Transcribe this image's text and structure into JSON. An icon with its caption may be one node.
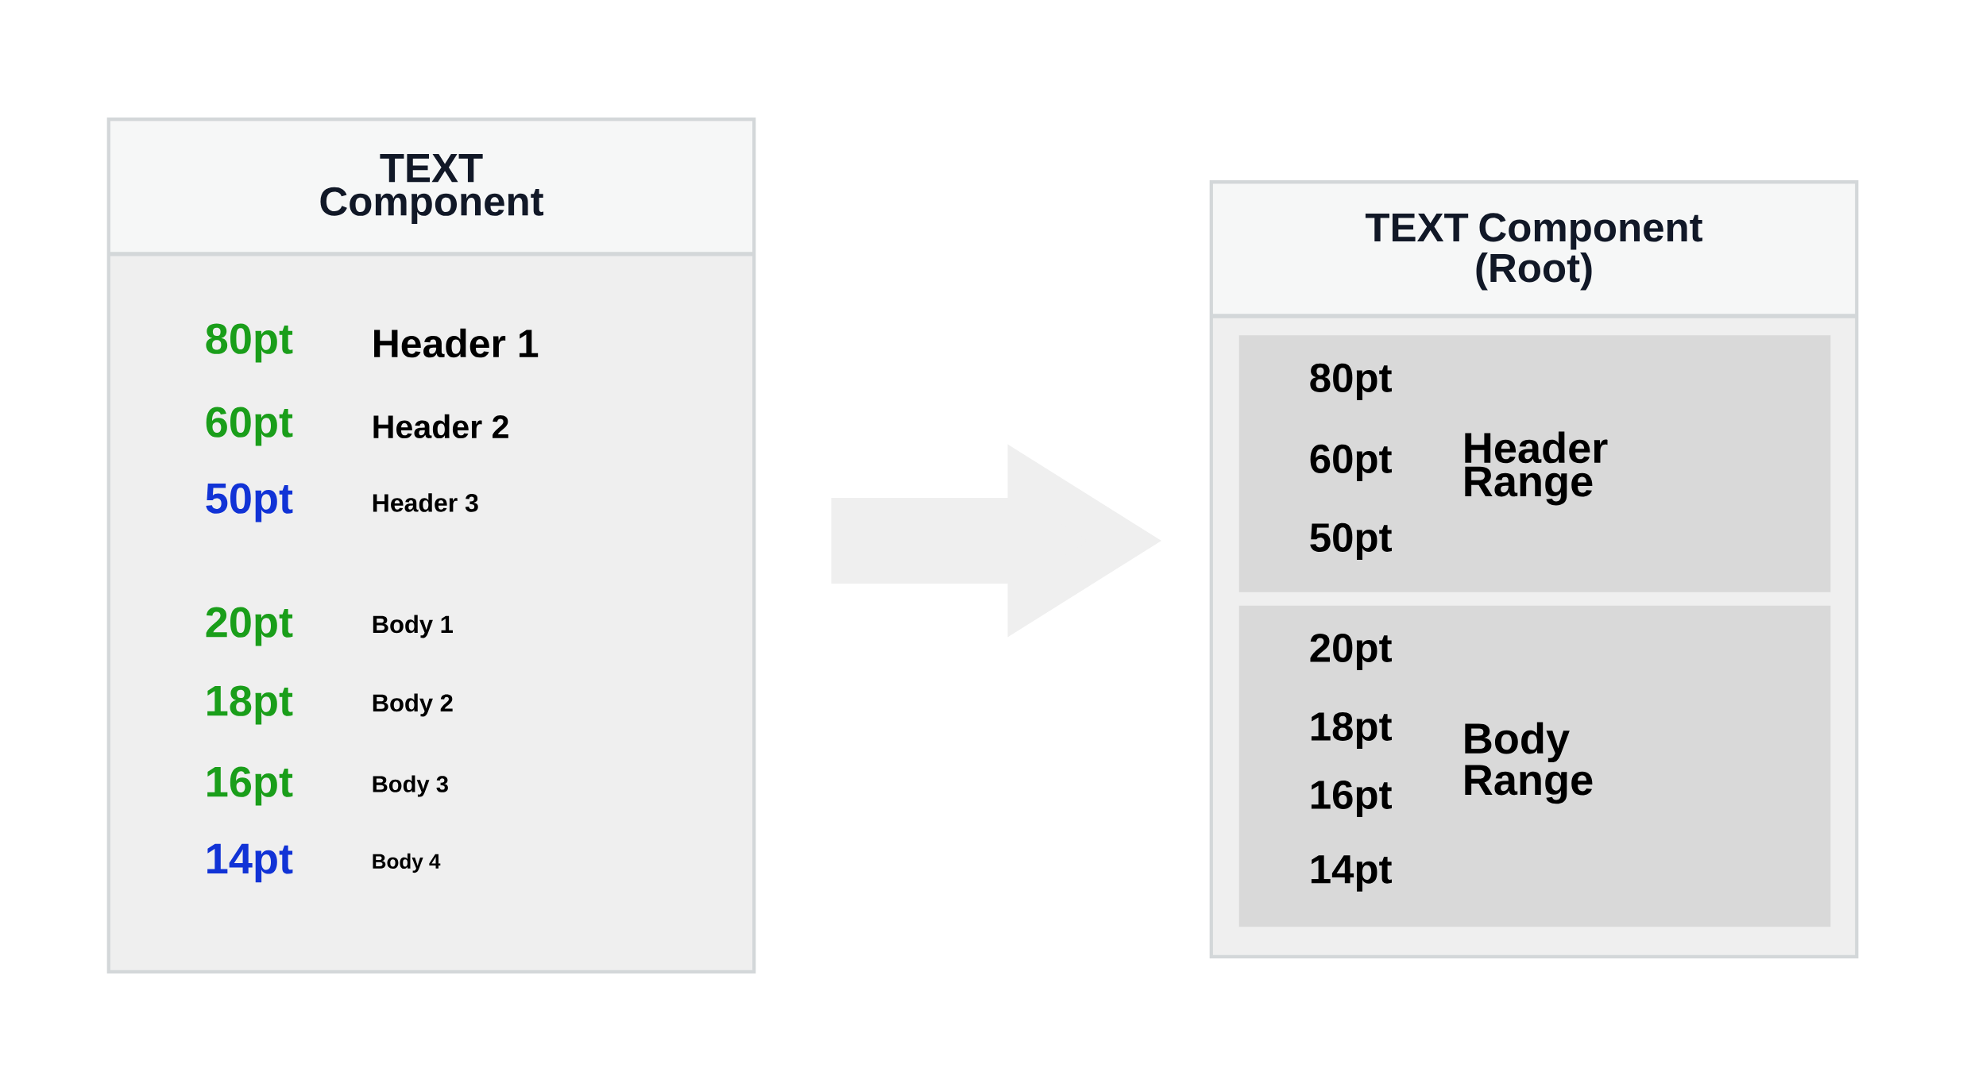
{
  "diagram": {
    "nodes": [
      {
        "text": [
          "TEXT Component",
          "80pt",
          "Header 1",
          "60pt",
          "Header 2",
          "50pt",
          "Header 3",
          "20pt",
          "Body 1",
          "18pt",
          "Body 2",
          "16pt",
          "Body 3",
          "14pt",
          "Body 4"
        ]
      },
      {
        "text": [
          "TEXT Component (Root)"
        ]
      },
      {
        "text": [
          "80pt",
          "60pt",
          "50pt",
          "Header Range"
        ],
        "in": 1
      },
      {
        "text": [
          "20pt",
          "18pt",
          "16pt",
          "14pt",
          "Body Range"
        ],
        "in": 1
      }
    ],
    "edges": [
      {
        "from": 0,
        "to": 1,
        "arrow": "to"
      }
    ]
  }
}
